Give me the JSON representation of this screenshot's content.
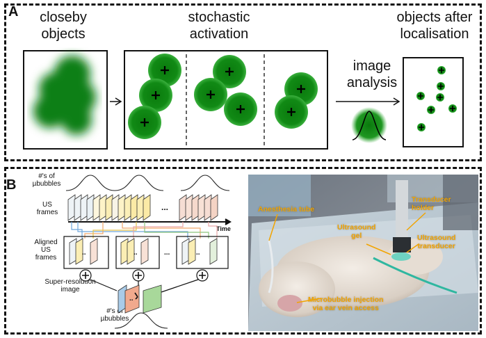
{
  "panel_a": {
    "label": "A",
    "closeby": [
      "closeby",
      "objects"
    ],
    "stochastic": [
      "stochastic",
      "activation"
    ],
    "analysis": [
      "image",
      "analysis"
    ],
    "after": [
      "objects after",
      "localisation"
    ]
  },
  "panel_b": {
    "label": "B",
    "n_bubbles_top": [
      "#'s of",
      "µbubbles"
    ],
    "us_frames": [
      "US",
      "frames"
    ],
    "time": "Time",
    "aligned": [
      "Aligned",
      "US",
      "frames"
    ],
    "super_res": [
      "Super-resolution",
      "image"
    ],
    "n_bubbles_bottom": [
      "#'s of",
      "µbubbles"
    ],
    "dots": "...",
    "photo_labels": {
      "anesthesia": "Anesthesia tube",
      "transducer_holder": [
        "Transducer",
        "holder"
      ],
      "gel": [
        "Ultrasound",
        "gel"
      ],
      "transducer": [
        "Ultrasound",
        "transducer"
      ],
      "injection": [
        "Microbubble injection",
        "via ear vein access"
      ]
    }
  }
}
